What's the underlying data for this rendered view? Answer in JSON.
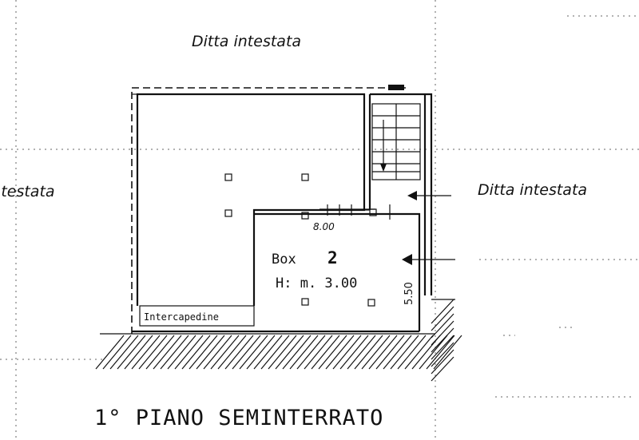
{
  "neighbors": {
    "top": "Ditta intestata",
    "left": "intestata",
    "right": "Ditta intestata"
  },
  "room": {
    "name": "Box",
    "number": "2",
    "height": "H: m. 3.00"
  },
  "dimensions": {
    "width": "8.00",
    "depth": "5.50"
  },
  "cavity_label": "Intercapedine",
  "floor_title": "1° PIANO SEMINTERRATO"
}
